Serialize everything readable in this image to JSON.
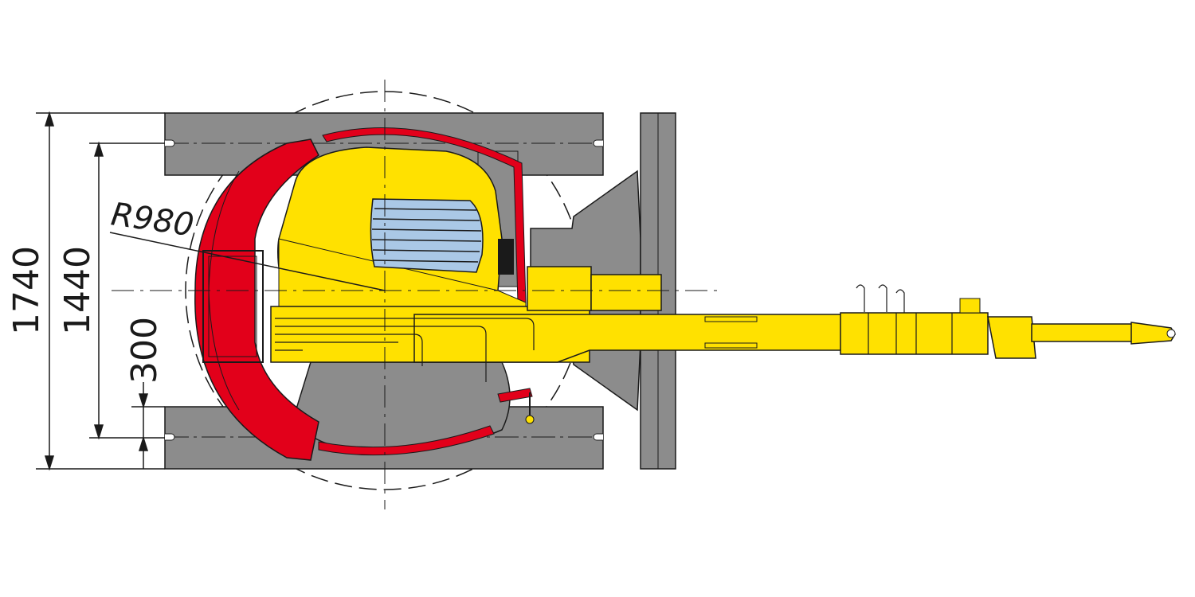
{
  "dimensions": {
    "total_width": "1740",
    "track_span": "1440",
    "offset": "300",
    "radius": "R980"
  },
  "colors": {
    "body_yellow": "#ffe100",
    "counterweight_red": "#e2001a",
    "track_gray": "#8c8c8c",
    "glass_blue": "#aac8e6",
    "line": "#1a1a1a"
  }
}
